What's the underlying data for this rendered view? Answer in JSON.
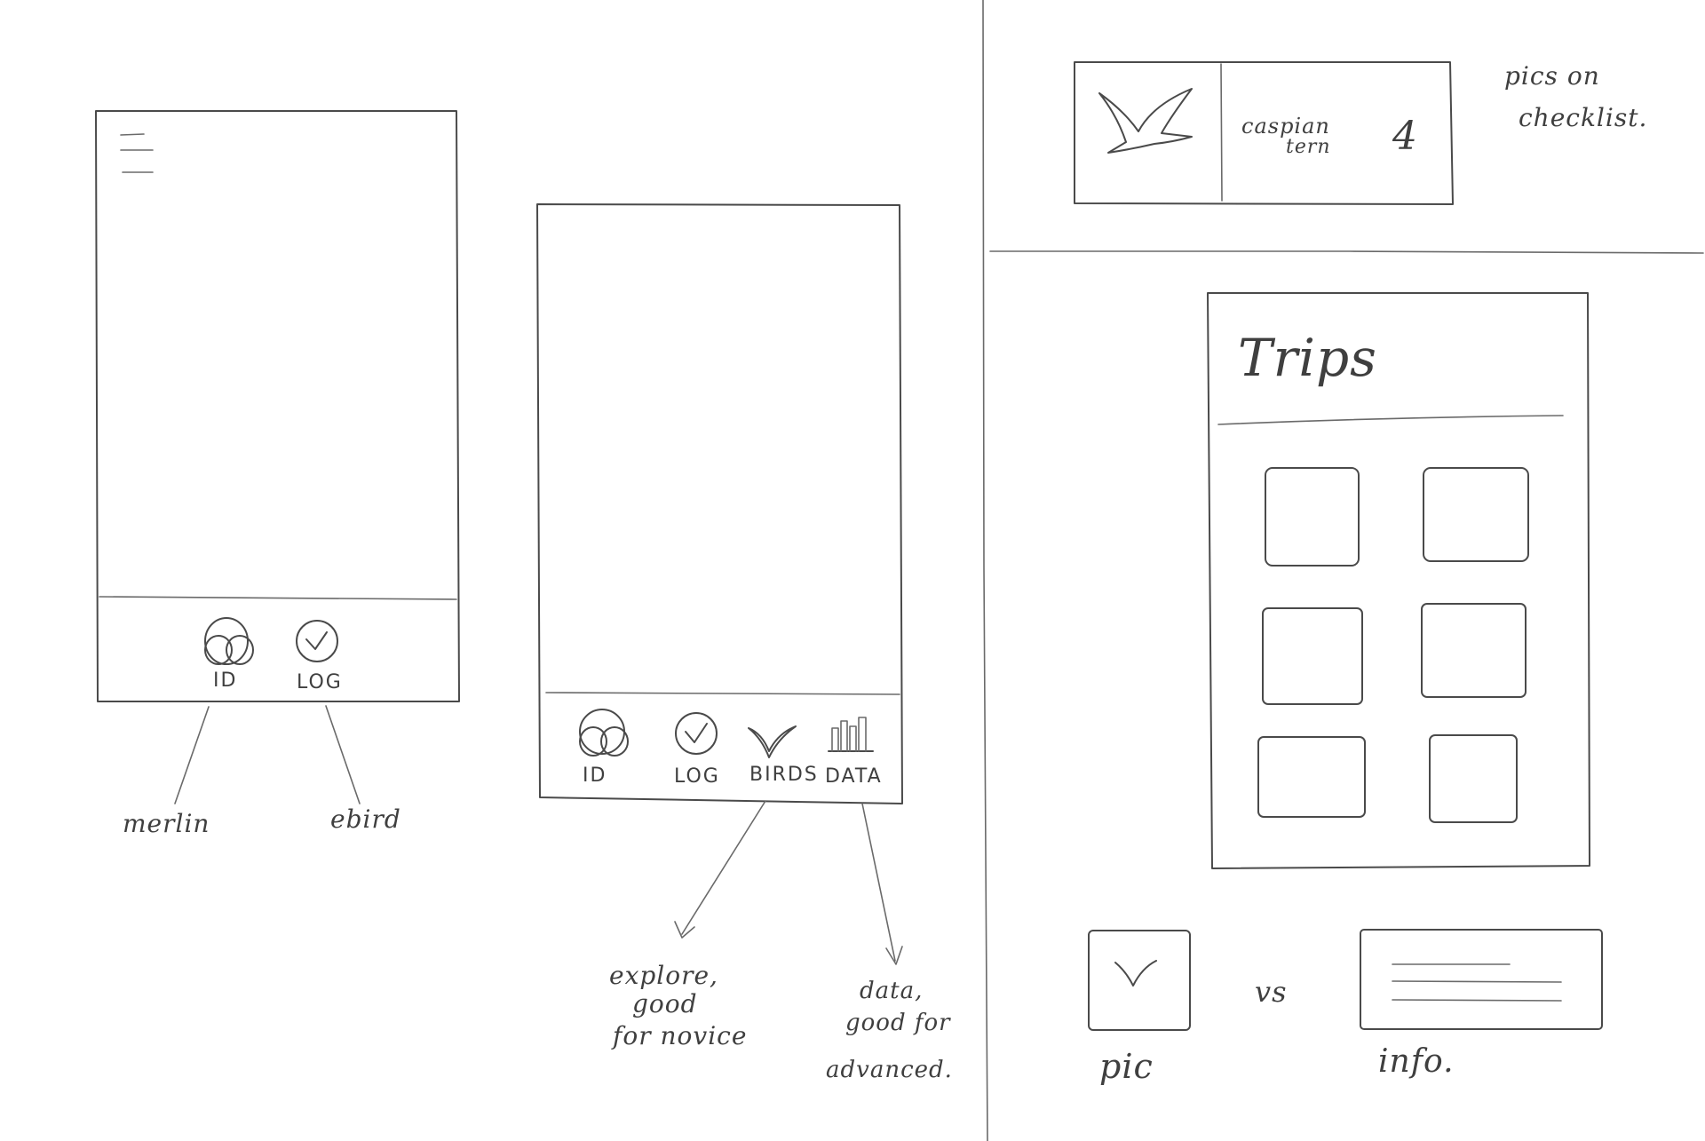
{
  "phone_a": {
    "tabs": [
      {
        "label": "ID",
        "icon": "binoculars-icon"
      },
      {
        "label": "LOG",
        "icon": "check-circle-icon"
      }
    ],
    "annotations": [
      "merlin",
      "ebird"
    ]
  },
  "phone_b": {
    "tabs": [
      {
        "label": "ID",
        "icon": "binoculars-icon"
      },
      {
        "label": "LOG",
        "icon": "check-circle-icon"
      },
      {
        "label": "BIRDS",
        "icon": "bird-icon"
      },
      {
        "label": "DATA",
        "icon": "bar-chart-icon"
      }
    ],
    "annotations": {
      "birds": [
        "explore,",
        "good",
        "for novice"
      ],
      "data": [
        "data,",
        "good for",
        "advanced."
      ]
    }
  },
  "checklist_row": {
    "species": [
      "caspian",
      "tern"
    ],
    "count": "4",
    "note": [
      "pics on",
      "checklist."
    ]
  },
  "trips_screen": {
    "title": "Trips"
  },
  "comparison": {
    "left_label": "pic",
    "vs": "vs",
    "right_label": "info."
  }
}
